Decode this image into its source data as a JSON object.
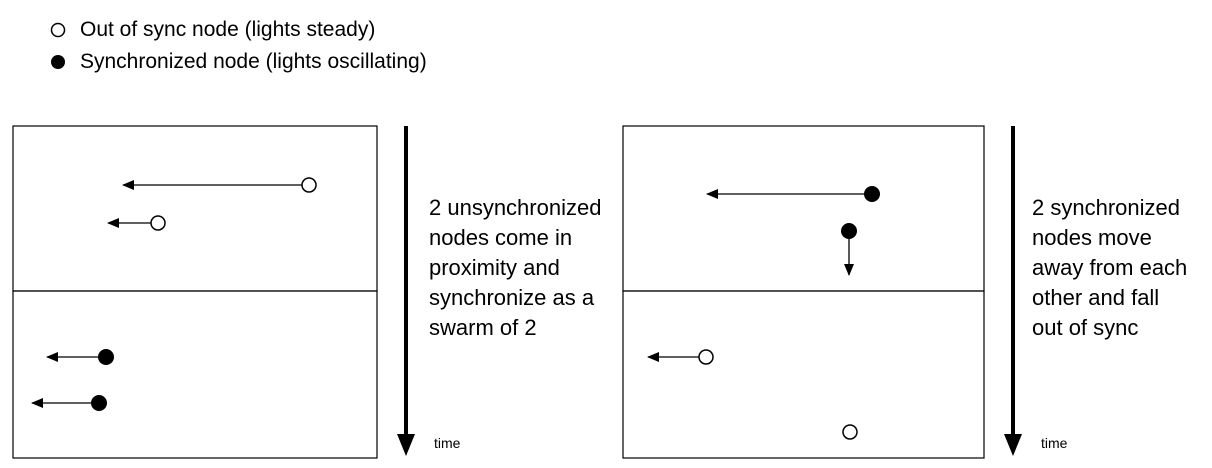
{
  "legend": {
    "out_of_sync": "Out of sync node (lights steady)",
    "synchronized": "Synchronized node (lights oscillating)"
  },
  "panel_left": {
    "description": "2 unsynchronized\nnodes come in\nproximity and\nsynchronize as a\nswarm of 2",
    "time_label": "time"
  },
  "panel_right": {
    "description": "2 synchronized\nnodes move\naway from each\nother and fall\nout of sync",
    "time_label": "time"
  },
  "colors": {
    "stroke": "#000000",
    "background": "#ffffff"
  }
}
